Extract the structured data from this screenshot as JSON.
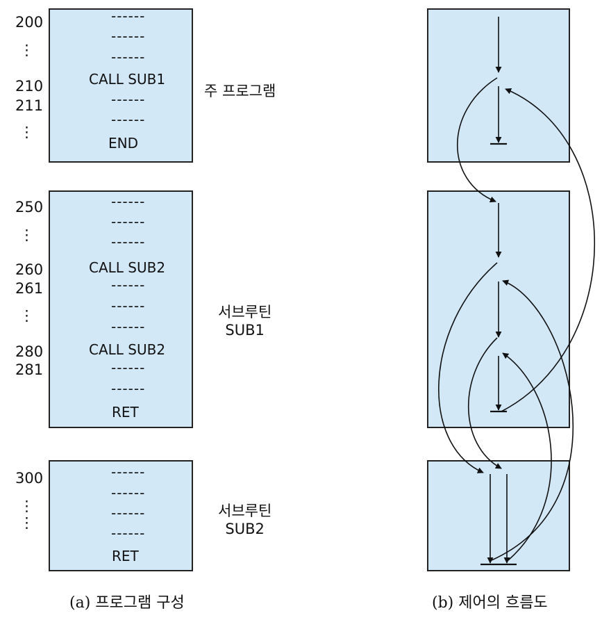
{
  "main_program": {
    "addresses": [
      "200",
      "⋮",
      "210",
      "211",
      "⋮"
    ],
    "lines": [
      "------",
      "------",
      "------",
      "CALL SUB1",
      "------",
      "------",
      "END"
    ],
    "label": "주 프로그램"
  },
  "sub1": {
    "addresses": [
      "250",
      "⋮",
      "260",
      "261",
      "⋮",
      "280",
      "281"
    ],
    "lines": [
      "------",
      "------",
      "------",
      "CALL SUB2",
      "------",
      "------",
      "------",
      "CALL SUB2",
      "------",
      "------",
      "RET"
    ],
    "label_line1": "서브루틴",
    "label_line2": "SUB1"
  },
  "sub2": {
    "addresses": [
      "300",
      "⋮"
    ],
    "lines": [
      "------",
      "------",
      "------",
      "------",
      "RET"
    ],
    "label_line1": "서브루틴",
    "label_line2": "SUB2"
  },
  "captions": {
    "left": "(a) 프로그램 구성",
    "right": "(b) 제어의 흐름도"
  },
  "colors": {
    "box_fill": "#d3e8f7",
    "border": "#222222"
  }
}
